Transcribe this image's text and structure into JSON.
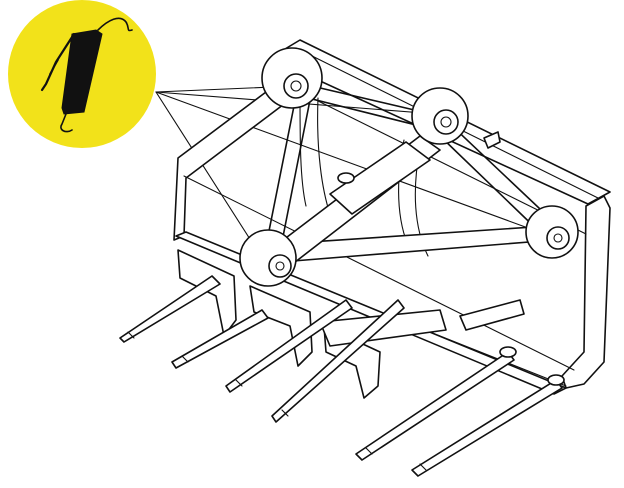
{
  "diagram": {
    "subject": "grapple-fork-bucket-lubrication-points",
    "colors": {
      "badge": "#f2e21a",
      "ink": "#111111",
      "background": "#ffffff"
    },
    "icons": [
      "grease-gun-icon"
    ],
    "tines": 6,
    "lubrication_points": 4
  }
}
